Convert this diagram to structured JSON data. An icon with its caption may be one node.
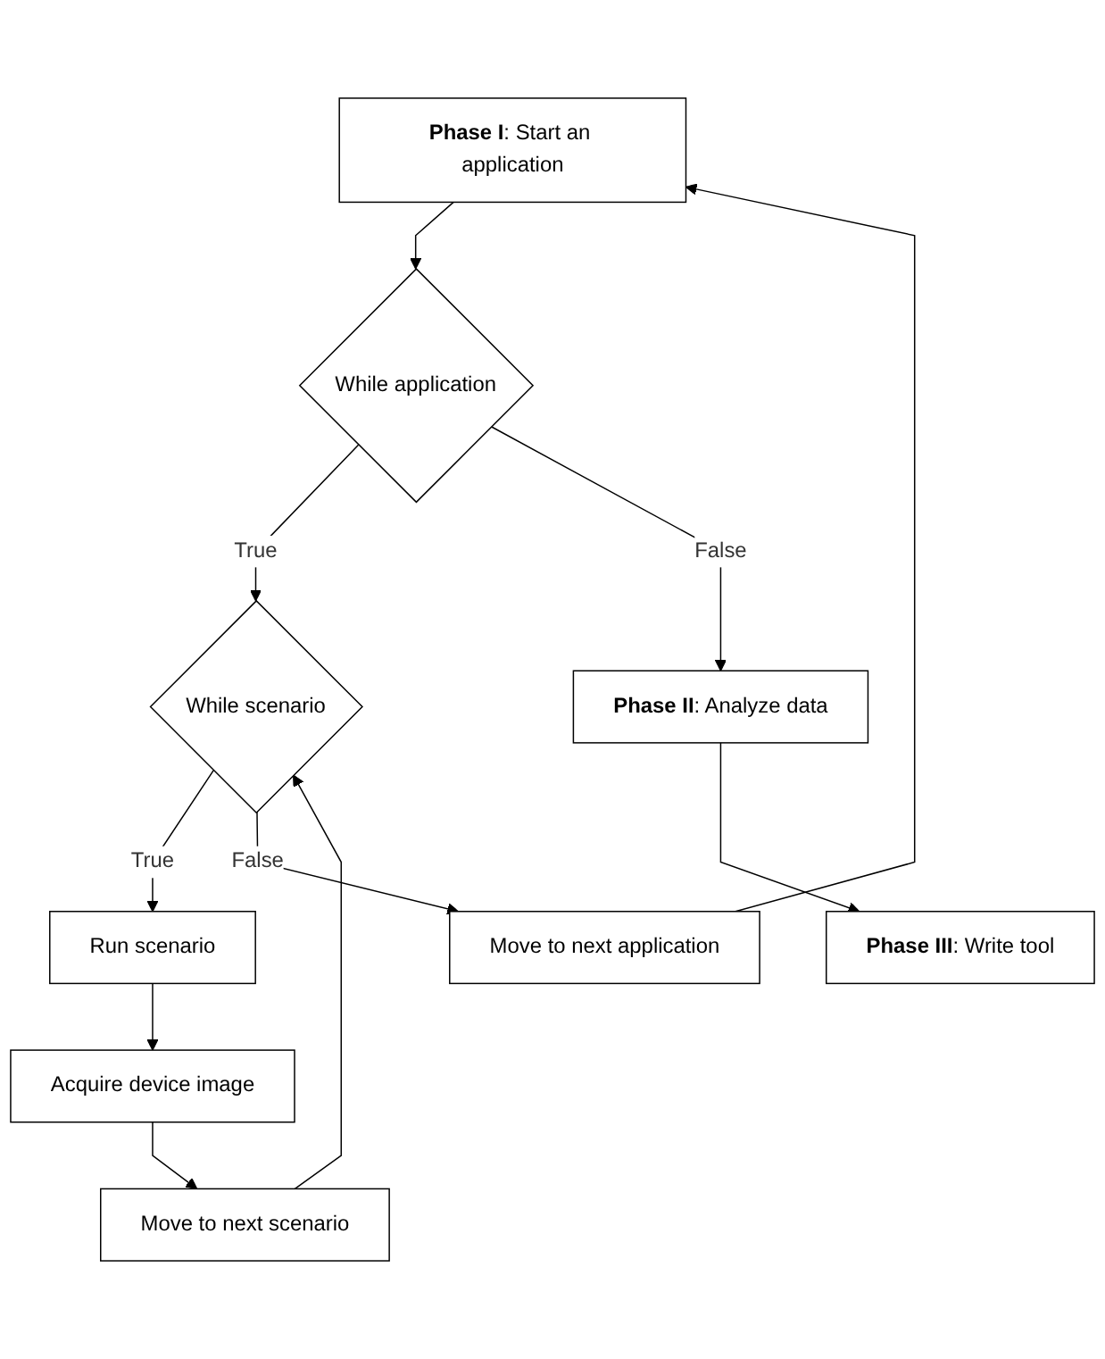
{
  "diagram": {
    "nodes": [
      {
        "text": [
          "**Phase I**: Start an application"
        ]
      },
      {
        "text": [
          "While application"
        ]
      },
      {
        "text": [
          "While scenario"
        ]
      },
      {
        "text": [
          "Run scenario"
        ]
      },
      {
        "text": [
          "Acquire device image"
        ]
      },
      {
        "text": [
          "Move to next scenario"
        ]
      },
      {
        "text": [
          "Move to next application"
        ]
      },
      {
        "text": [
          "**Phase II**: Analyze data"
        ]
      },
      {
        "text": [
          "**Phase III**: Write tool"
        ]
      }
    ],
    "edges": [
      {
        "from": 0,
        "to": 1,
        "arrow": "to"
      },
      {
        "from": 1,
        "to": 2,
        "arrow": "to",
        "label": "True"
      },
      {
        "from": 1,
        "to": 7,
        "arrow": "to",
        "label": "False"
      },
      {
        "from": 2,
        "to": 3,
        "arrow": "to",
        "label": "True"
      },
      {
        "from": 3,
        "to": 4,
        "arrow": "to"
      },
      {
        "from": 4,
        "to": 5,
        "arrow": "to"
      },
      {
        "from": 5,
        "to": 2,
        "arrow": "to"
      },
      {
        "from": 2,
        "to": 6,
        "arrow": "to",
        "label": "False"
      },
      {
        "from": 6,
        "to": 0,
        "arrow": "to"
      },
      {
        "from": 7,
        "to": 8,
        "arrow": "to"
      }
    ]
  }
}
